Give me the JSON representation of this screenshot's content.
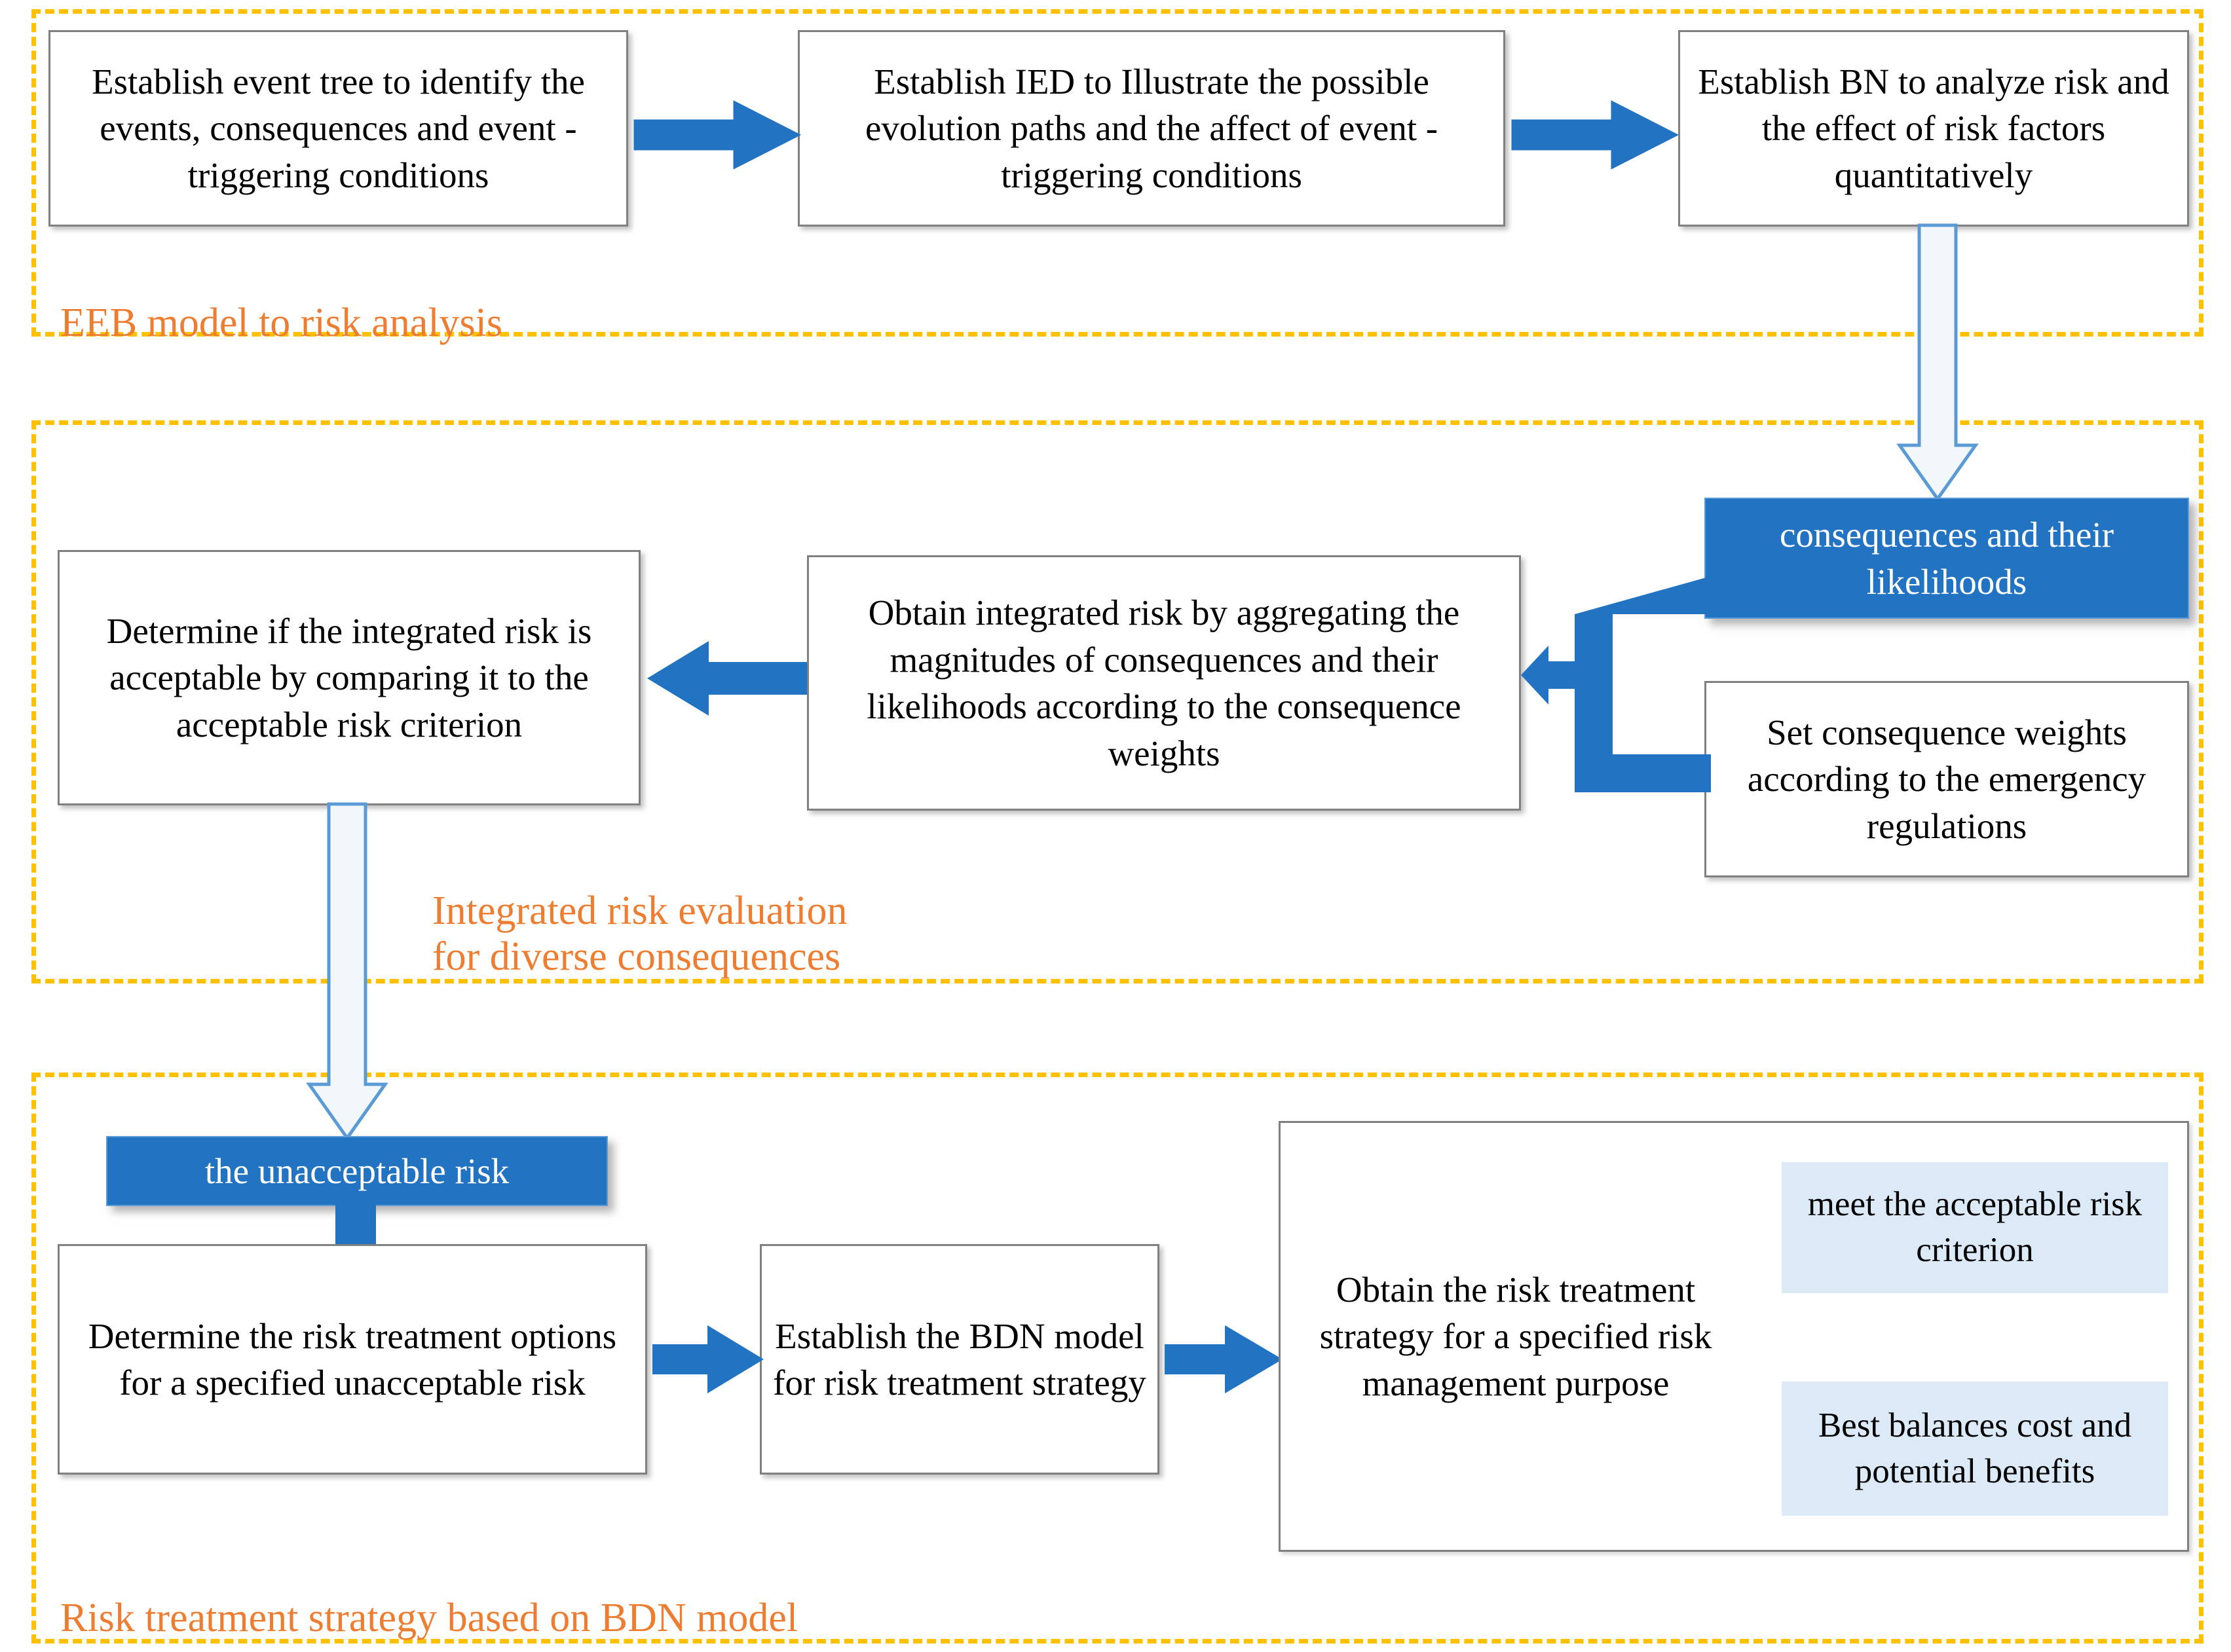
{
  "diagram": {
    "title": "Risk analysis, evaluation and treatment framework",
    "colors": {
      "group_frame": "#FFC000",
      "group_caption": "#ED7D31",
      "process_box_border": "#808080",
      "accent_blue": "#2274C3",
      "arrow_blue": "#2274C3",
      "outline_arrow_stroke": "#5B9BD5",
      "pale_blue": "#DCE9F7",
      "text": "#000000"
    }
  },
  "groups": [
    {
      "id": "group-eeb",
      "caption": "EEB model to risk analysis"
    },
    {
      "id": "group-evaluation",
      "caption": "Integrated risk evaluation\nfor diverse consequences"
    },
    {
      "id": "group-treatment",
      "caption": "Risk treatment strategy based on BDN model"
    }
  ],
  "boxes": {
    "event_tree": "Establish event tree to identify the events, consequences and event - triggering conditions",
    "ied": "Establish IED to Illustrate  the possible evolution paths and the affect of event - triggering conditions",
    "bn": "Establish BN to analyze risk and the effect of risk factors quantitatively",
    "consequences_likelihoods": "consequences and their likelihoods",
    "consequence_weights": "Set consequence weights according to the emergency regulations",
    "integrated_risk": "Obtain integrated risk by aggregating the magnitudes of consequences and their likelihoods according to the consequence weights",
    "determine_acceptable": "Determine if the integrated risk is acceptable by comparing it to the acceptable risk criterion",
    "unacceptable_risk": "the unacceptable risk",
    "determine_options": "Determine the risk treatment options for a specified unacceptable risk",
    "establish_bdn": "Establish the BDN model for risk treatment strategy",
    "obtain_strategy": "Obtain the risk treatment strategy for a specified risk management purpose",
    "meet_criterion": "meet the acceptable risk criterion",
    "best_balances": "Best balances cost and potential benefits"
  },
  "connectors": [
    {
      "id": "event-tree-to-ied",
      "kind": "block-arrow-right"
    },
    {
      "id": "ied-to-bn",
      "kind": "block-arrow-right"
    },
    {
      "id": "bn-to-consequences",
      "kind": "outlined-arrow-down"
    },
    {
      "id": "merge-bracket-to-integrated-risk",
      "kind": "bracket-arrow-left"
    },
    {
      "id": "integrated-risk-to-determine",
      "kind": "block-arrow-left"
    },
    {
      "id": "determine-to-unacceptable",
      "kind": "outlined-arrow-down"
    },
    {
      "id": "unacceptable-to-options",
      "kind": "block-arrow-down"
    },
    {
      "id": "options-to-bdn",
      "kind": "block-arrow-right"
    },
    {
      "id": "bdn-to-strategy",
      "kind": "block-arrow-right"
    }
  ]
}
